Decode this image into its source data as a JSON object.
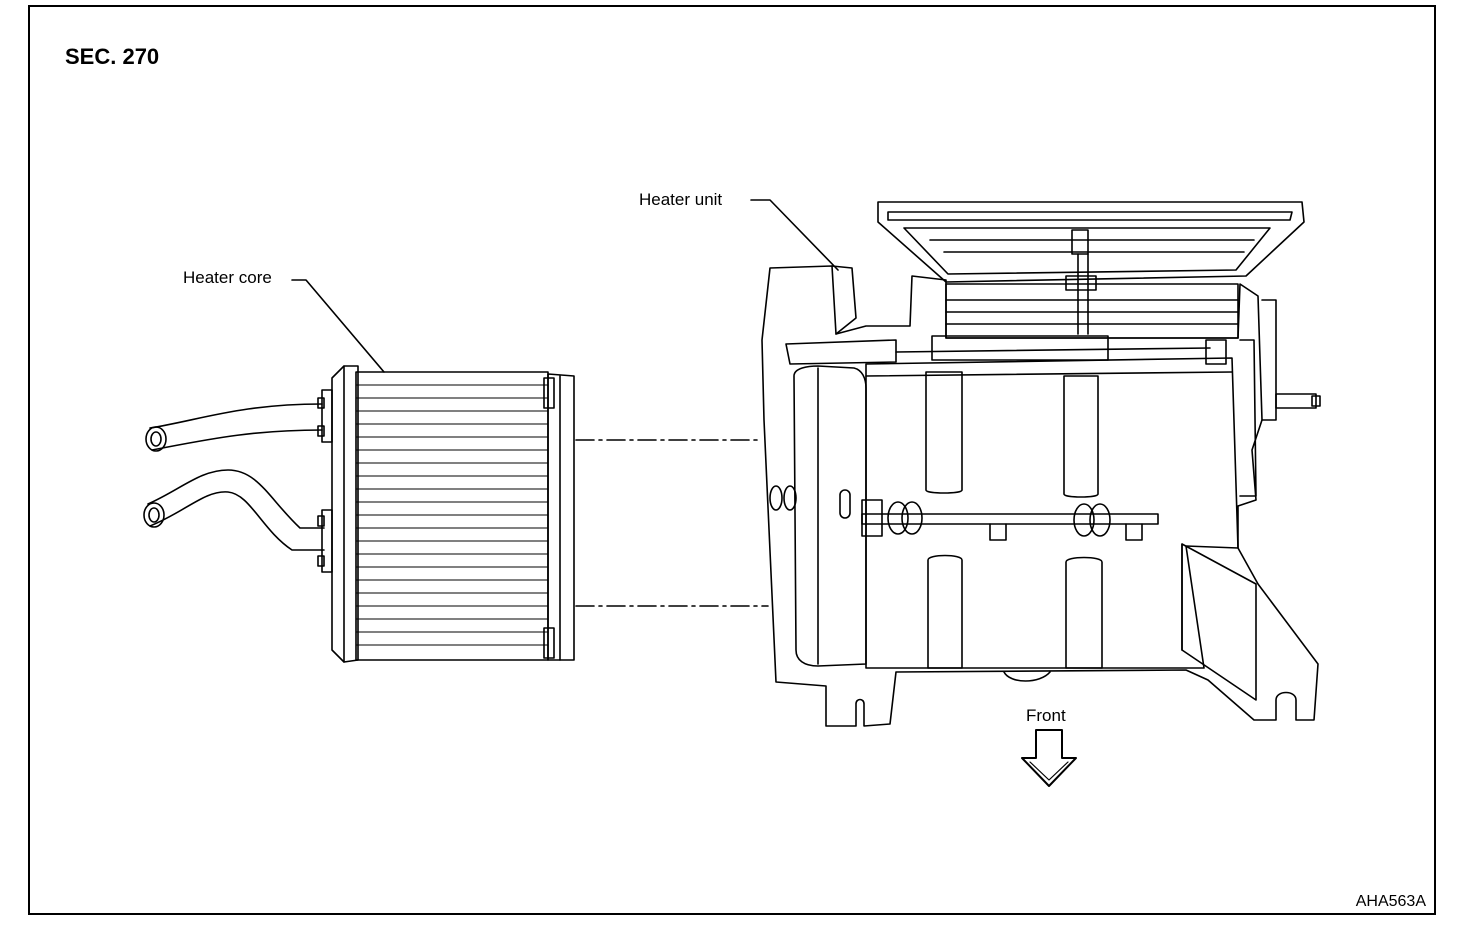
{
  "section": "SEC. 270",
  "labels": {
    "heater_core": "Heater core",
    "heater_unit": "Heater unit",
    "front": "Front"
  },
  "figure_id": "AHA563A"
}
